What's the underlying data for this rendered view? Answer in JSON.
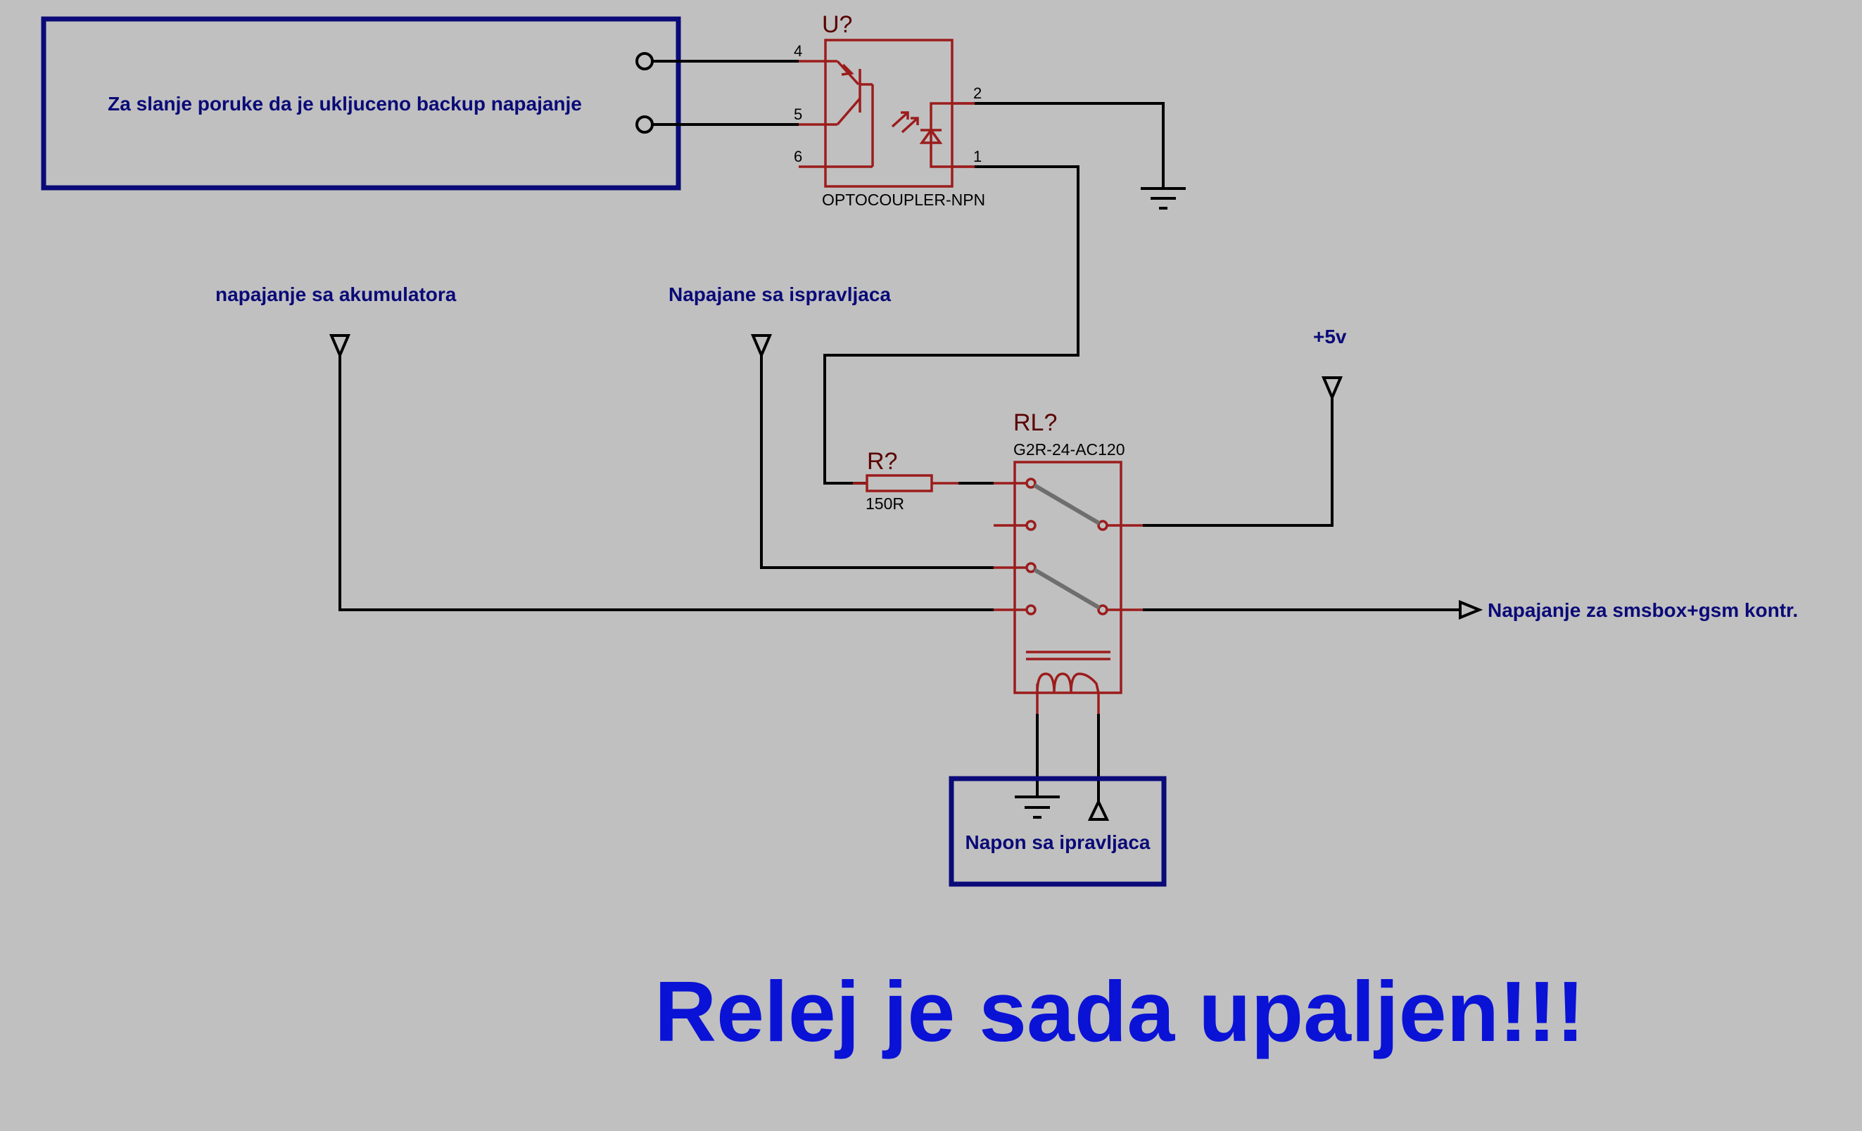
{
  "blocks": {
    "message_block": "Za slanje poruke da je ukljuceno backup napajanje",
    "voltage_block": "Napon sa ipravljaca"
  },
  "optocoupler": {
    "ref": "U?",
    "value": "OPTOCOUPLER-NPN",
    "pins": [
      "4",
      "5",
      "6",
      "2",
      "1"
    ]
  },
  "relay": {
    "ref": "RL?",
    "value": "G2R-24-AC120"
  },
  "resistor": {
    "ref": "R?",
    "value": "150R"
  },
  "terminals": {
    "battery": "napajanje sa akumulatora",
    "rectifier": "Napajane sa ispravljaca",
    "plus5v": "+5v",
    "output": "Napajanje za smsbox+gsm kontr."
  },
  "status_message": "Relej je sada upaljen!!!",
  "colors": {
    "background": "#c0c0c0",
    "component": "#9c1c1c",
    "label": "#0a0a78",
    "status": "#0a12d6"
  }
}
